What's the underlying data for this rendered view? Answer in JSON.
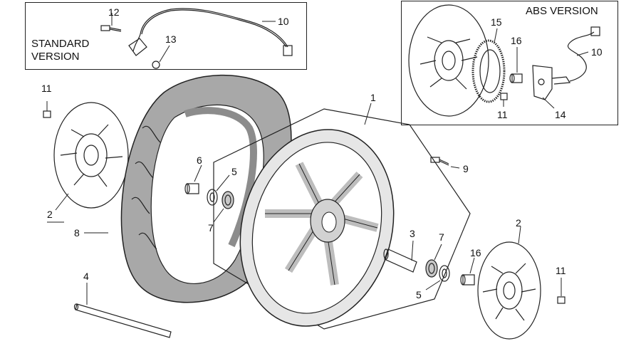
{
  "standard_box": {
    "label_line1": "STANDARD",
    "label_line2": "VERSION"
  },
  "abs_box": {
    "label": "ABS VERSION"
  },
  "callouts": {
    "std_12": "12",
    "std_10": "10",
    "std_13": "13",
    "abs_15": "15",
    "abs_16": "16",
    "abs_10": "10",
    "abs_11": "11",
    "abs_14": "14",
    "left_11": "11",
    "left_2": "2",
    "left_8": "8",
    "left_4": "4",
    "c6": "6",
    "c5": "5",
    "c7": "7",
    "c1": "1",
    "c9": "9",
    "c3": "3",
    "c7b": "7",
    "c5b": "5",
    "c16": "16",
    "right_2": "2",
    "right_11": "11"
  },
  "colors": {
    "tire": "#a8a8a8",
    "tire_dark": "#8c8c8c",
    "rim": "#e6e6e6",
    "line": "#222222"
  }
}
